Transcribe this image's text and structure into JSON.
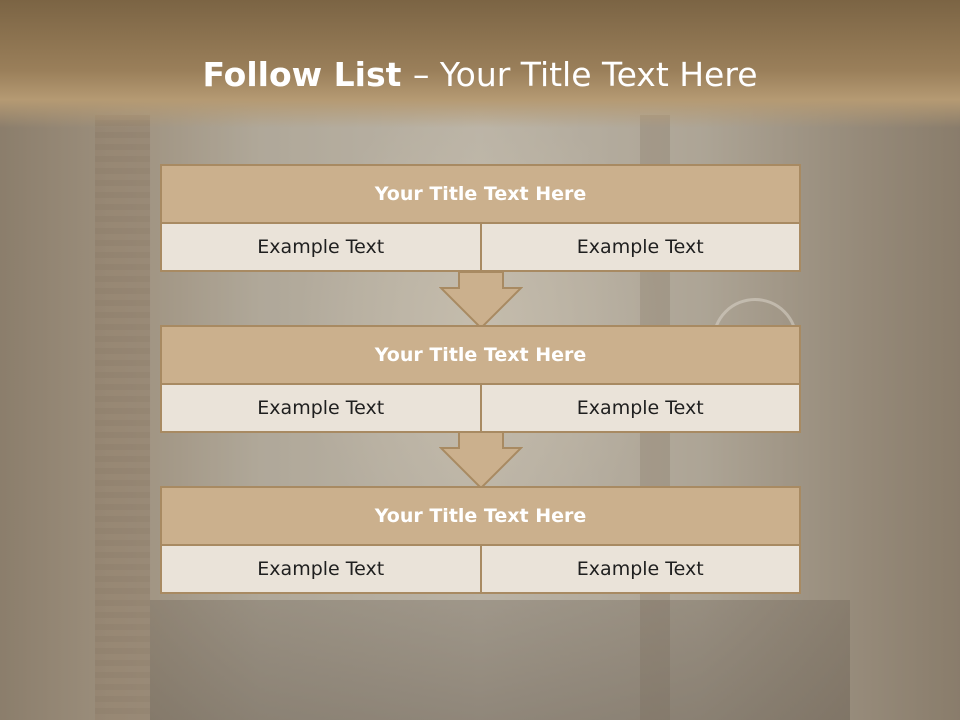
{
  "slide": {
    "title_bold": "Follow List ",
    "title_rest": " – Your Title Text Here"
  },
  "blocks": [
    {
      "title": "Your Title Text Here",
      "left": "Example Text",
      "right": "Example Text"
    },
    {
      "title": "Your Title Text Here",
      "left": "Example Text",
      "right": "Example Text"
    },
    {
      "title": "Your Title Text Here",
      "left": "Example Text",
      "right": "Example Text"
    }
  ],
  "colors": {
    "header_band": "#9a7f5a",
    "block_header": "#cbb08d",
    "block_cell": "#eae3d9",
    "border": "#a88a62"
  },
  "icons": [
    "down-arrow-icon",
    "down-arrow-icon"
  ]
}
